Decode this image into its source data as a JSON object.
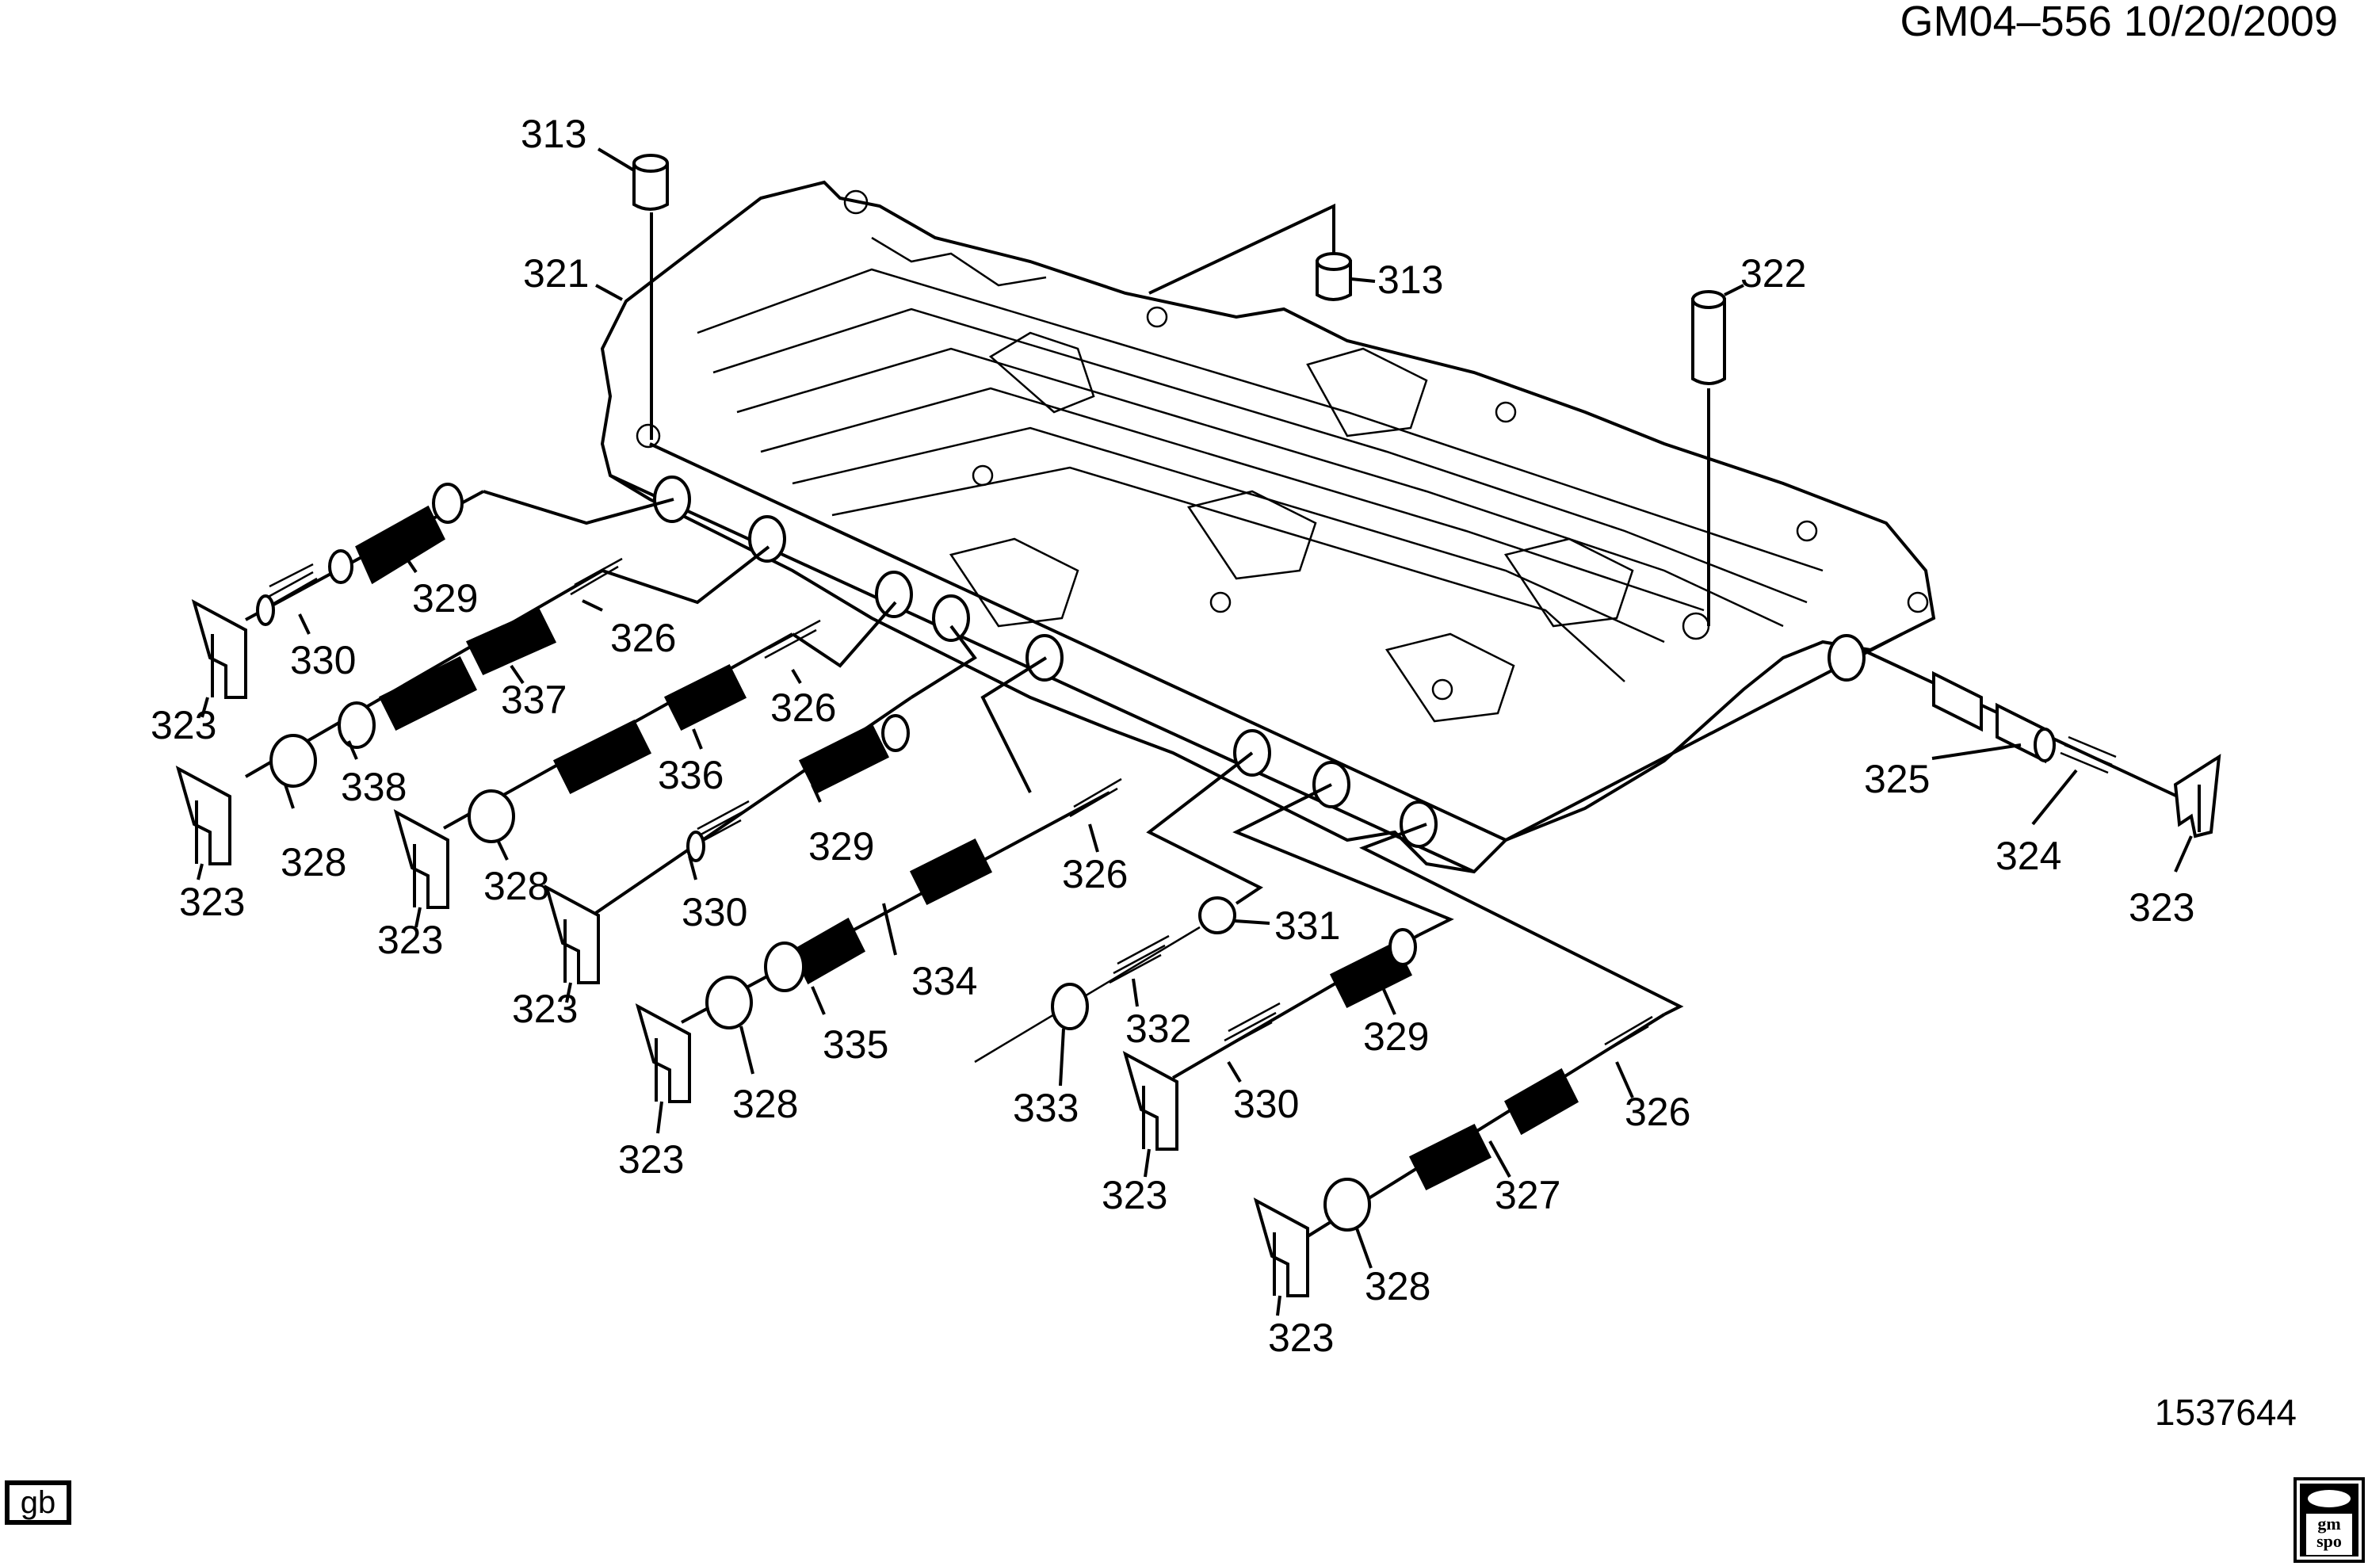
{
  "header": {
    "reference": "GM04–556  10/20/2009"
  },
  "footer": {
    "illustration_number": "1537644",
    "language_badge": "gb",
    "logo_line1": "gm",
    "logo_line2": "spo"
  },
  "diagram": {
    "title": "Automatic Transmission Control Valve Body - Exploded View",
    "callouts": [
      {
        "id": "c313a",
        "label": "313"
      },
      {
        "id": "c321",
        "label": "321"
      },
      {
        "id": "c313b",
        "label": "313"
      },
      {
        "id": "c322",
        "label": "322"
      },
      {
        "id": "c329a",
        "label": "329"
      },
      {
        "id": "c330a",
        "label": "330"
      },
      {
        "id": "c326a",
        "label": "326"
      },
      {
        "id": "c337",
        "label": "337"
      },
      {
        "id": "c323a",
        "label": "323"
      },
      {
        "id": "c326b",
        "label": "326"
      },
      {
        "id": "c338",
        "label": "338"
      },
      {
        "id": "c336",
        "label": "336"
      },
      {
        "id": "c328a",
        "label": "328"
      },
      {
        "id": "c323b",
        "label": "323"
      },
      {
        "id": "c328b",
        "label": "328"
      },
      {
        "id": "c329b",
        "label": "329"
      },
      {
        "id": "c323c",
        "label": "323"
      },
      {
        "id": "c330b",
        "label": "330"
      },
      {
        "id": "c326c",
        "label": "326"
      },
      {
        "id": "c323d",
        "label": "323"
      },
      {
        "id": "c334",
        "label": "334"
      },
      {
        "id": "c331",
        "label": "331"
      },
      {
        "id": "c335",
        "label": "335"
      },
      {
        "id": "c332",
        "label": "332"
      },
      {
        "id": "c329c",
        "label": "329"
      },
      {
        "id": "c328c",
        "label": "328"
      },
      {
        "id": "c333",
        "label": "333"
      },
      {
        "id": "c330c",
        "label": "330"
      },
      {
        "id": "c326d",
        "label": "326"
      },
      {
        "id": "c323e",
        "label": "323"
      },
      {
        "id": "c323f",
        "label": "323"
      },
      {
        "id": "c327",
        "label": "327"
      },
      {
        "id": "c328d",
        "label": "328"
      },
      {
        "id": "c323g",
        "label": "323"
      },
      {
        "id": "c325",
        "label": "325"
      },
      {
        "id": "c324",
        "label": "324"
      },
      {
        "id": "c323h",
        "label": "323"
      }
    ]
  }
}
